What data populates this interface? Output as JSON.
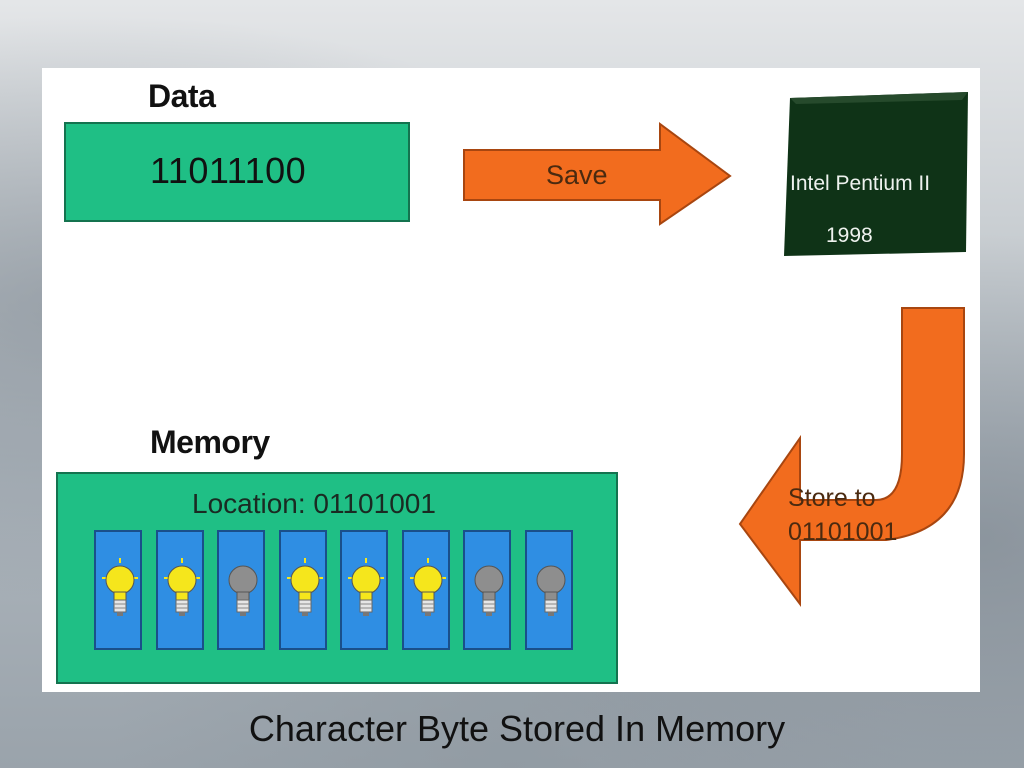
{
  "diagram": {
    "data_heading": "Data",
    "data_value": "11011100",
    "save_arrow_label": "Save",
    "chip": {
      "name": "Intel Pentium II",
      "year": "1998"
    },
    "store_arrow_label_line1": "Store to",
    "store_arrow_label_line2": "01101001",
    "memory_heading": "Memory",
    "memory_location": "Location: 01101001",
    "bits": [
      1,
      1,
      0,
      1,
      1,
      1,
      0,
      0
    ],
    "colors": {
      "data_box": "#1fbf85",
      "memory_cell": "#2f8ee3",
      "arrow": "#f26c1e",
      "chip": "#0f3317",
      "bulb_on": "#f5e61c",
      "bulb_off": "#8e8e8e"
    }
  },
  "caption": "Character Byte Stored In Memory"
}
